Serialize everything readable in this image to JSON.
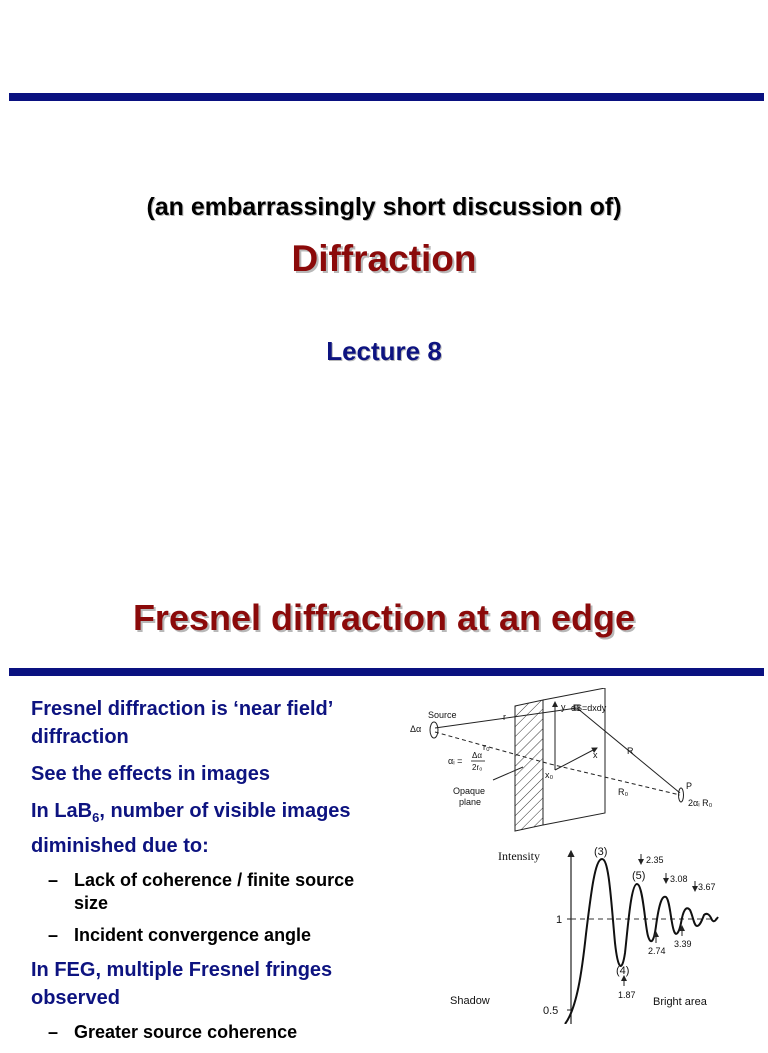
{
  "cover": {
    "subtitle": "(an embarrassingly short discussion of)",
    "title": "Diffraction",
    "lecture": "Lecture 8"
  },
  "slide": {
    "title": "Fresnel diffraction at an edge",
    "bullets": {
      "near_field": "Fresnel diffraction is ‘near field’ diffraction",
      "effects": "See the effects in images",
      "lab6_prefix": "In LaB",
      "lab6_sub": "6",
      "lab6_suffix": ", number of visible images diminished due to:",
      "coherence": "Lack of coherence / finite source size",
      "convergence": "Incident convergence angle",
      "feg": "In FEG, multiple Fresnel fringes observed",
      "greater": "Greater source coherence"
    },
    "dash": "–"
  },
  "figure": {
    "geometry": {
      "source": "Source",
      "delta_alpha": "Δα",
      "r": "r",
      "r0": "r₀",
      "alpha_i_lhs": "αᵢ =",
      "alpha_i_num": "Δα",
      "alpha_i_den": "2r₀",
      "y": "y",
      "ds": "dS=dxdy",
      "x": "x",
      "x0": "x₀",
      "R": "R",
      "R0": "R₀",
      "P": "P",
      "alpha_i_R0": "2αᵢ R₀",
      "opaque_1": "Opaque",
      "opaque_2": "plane"
    },
    "plot": {
      "intensity": "Intensity",
      "shadow": "Shadow",
      "bright": "Bright area",
      "tick_1": "1",
      "tick_05": "0.5",
      "peak_3": "(3)",
      "peak_5": "(5)",
      "min_4": "(4)",
      "v_235": "2.35",
      "v_308": "3.08",
      "v_367": "3.67",
      "v_187": "1.87",
      "v_274": "2.74",
      "v_339": "3.39"
    }
  },
  "colors": {
    "rule": "#0a1180",
    "title_red": "#8b0a0a",
    "navy": "#0d1380"
  }
}
